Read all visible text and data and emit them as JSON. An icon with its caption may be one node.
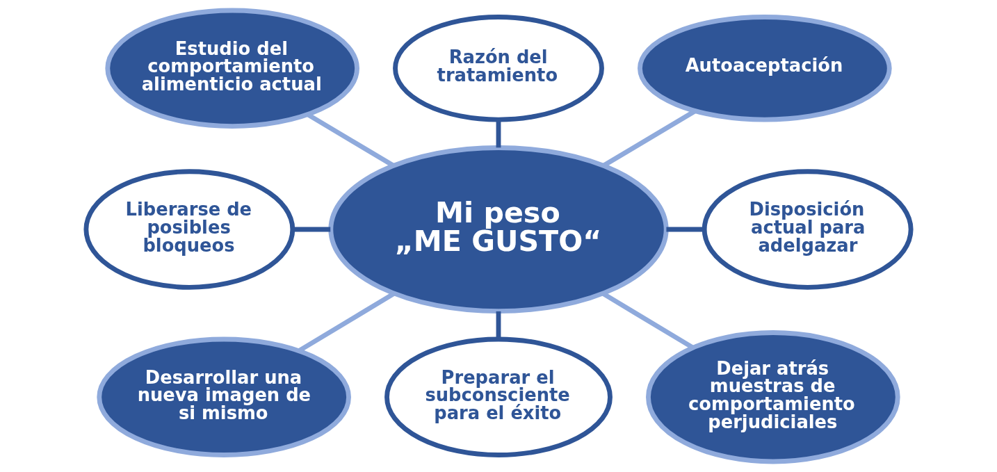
{
  "diagram": {
    "nodes": [
      {
        "text": [
          "Estudio del comportamiento alimenticio actual"
        ]
      },
      {
        "text": [
          "Razón del tratamiento"
        ]
      },
      {
        "text": [
          "Autoaceptación"
        ]
      },
      {
        "text": [
          "Liberarse de posibles bloqueos"
        ]
      },
      {
        "text": [
          "Mi peso „ME GUSTO“"
        ]
      },
      {
        "text": [
          "Disposición actual para adelgazar"
        ]
      },
      {
        "text": [
          "Desarrollar una nueva imagen de si mismo"
        ]
      },
      {
        "text": [
          "Preparar el subconsciente para el éxito"
        ]
      },
      {
        "text": [
          "Dejar atrás muestras de comportamiento perjudiciales"
        ]
      }
    ],
    "edges": [
      {
        "from": 4,
        "to": 0,
        "arrow": "none",
        "color": "#8faadc"
      },
      {
        "from": 4,
        "to": 1,
        "arrow": "none",
        "color": "#2f5597"
      },
      {
        "from": 4,
        "to": 2,
        "arrow": "none",
        "color": "#8faadc"
      },
      {
        "from": 3,
        "to": 4,
        "arrow": "none",
        "color": "#2f5597"
      },
      {
        "from": 4,
        "to": 5,
        "arrow": "none",
        "color": "#2f5597"
      },
      {
        "from": 4,
        "to": 6,
        "arrow": "none",
        "color": "#8faadc"
      },
      {
        "from": 4,
        "to": 7,
        "arrow": "none",
        "color": "#2f5597"
      },
      {
        "from": 4,
        "to": 8,
        "arrow": "none",
        "color": "#8faadc"
      }
    ]
  }
}
